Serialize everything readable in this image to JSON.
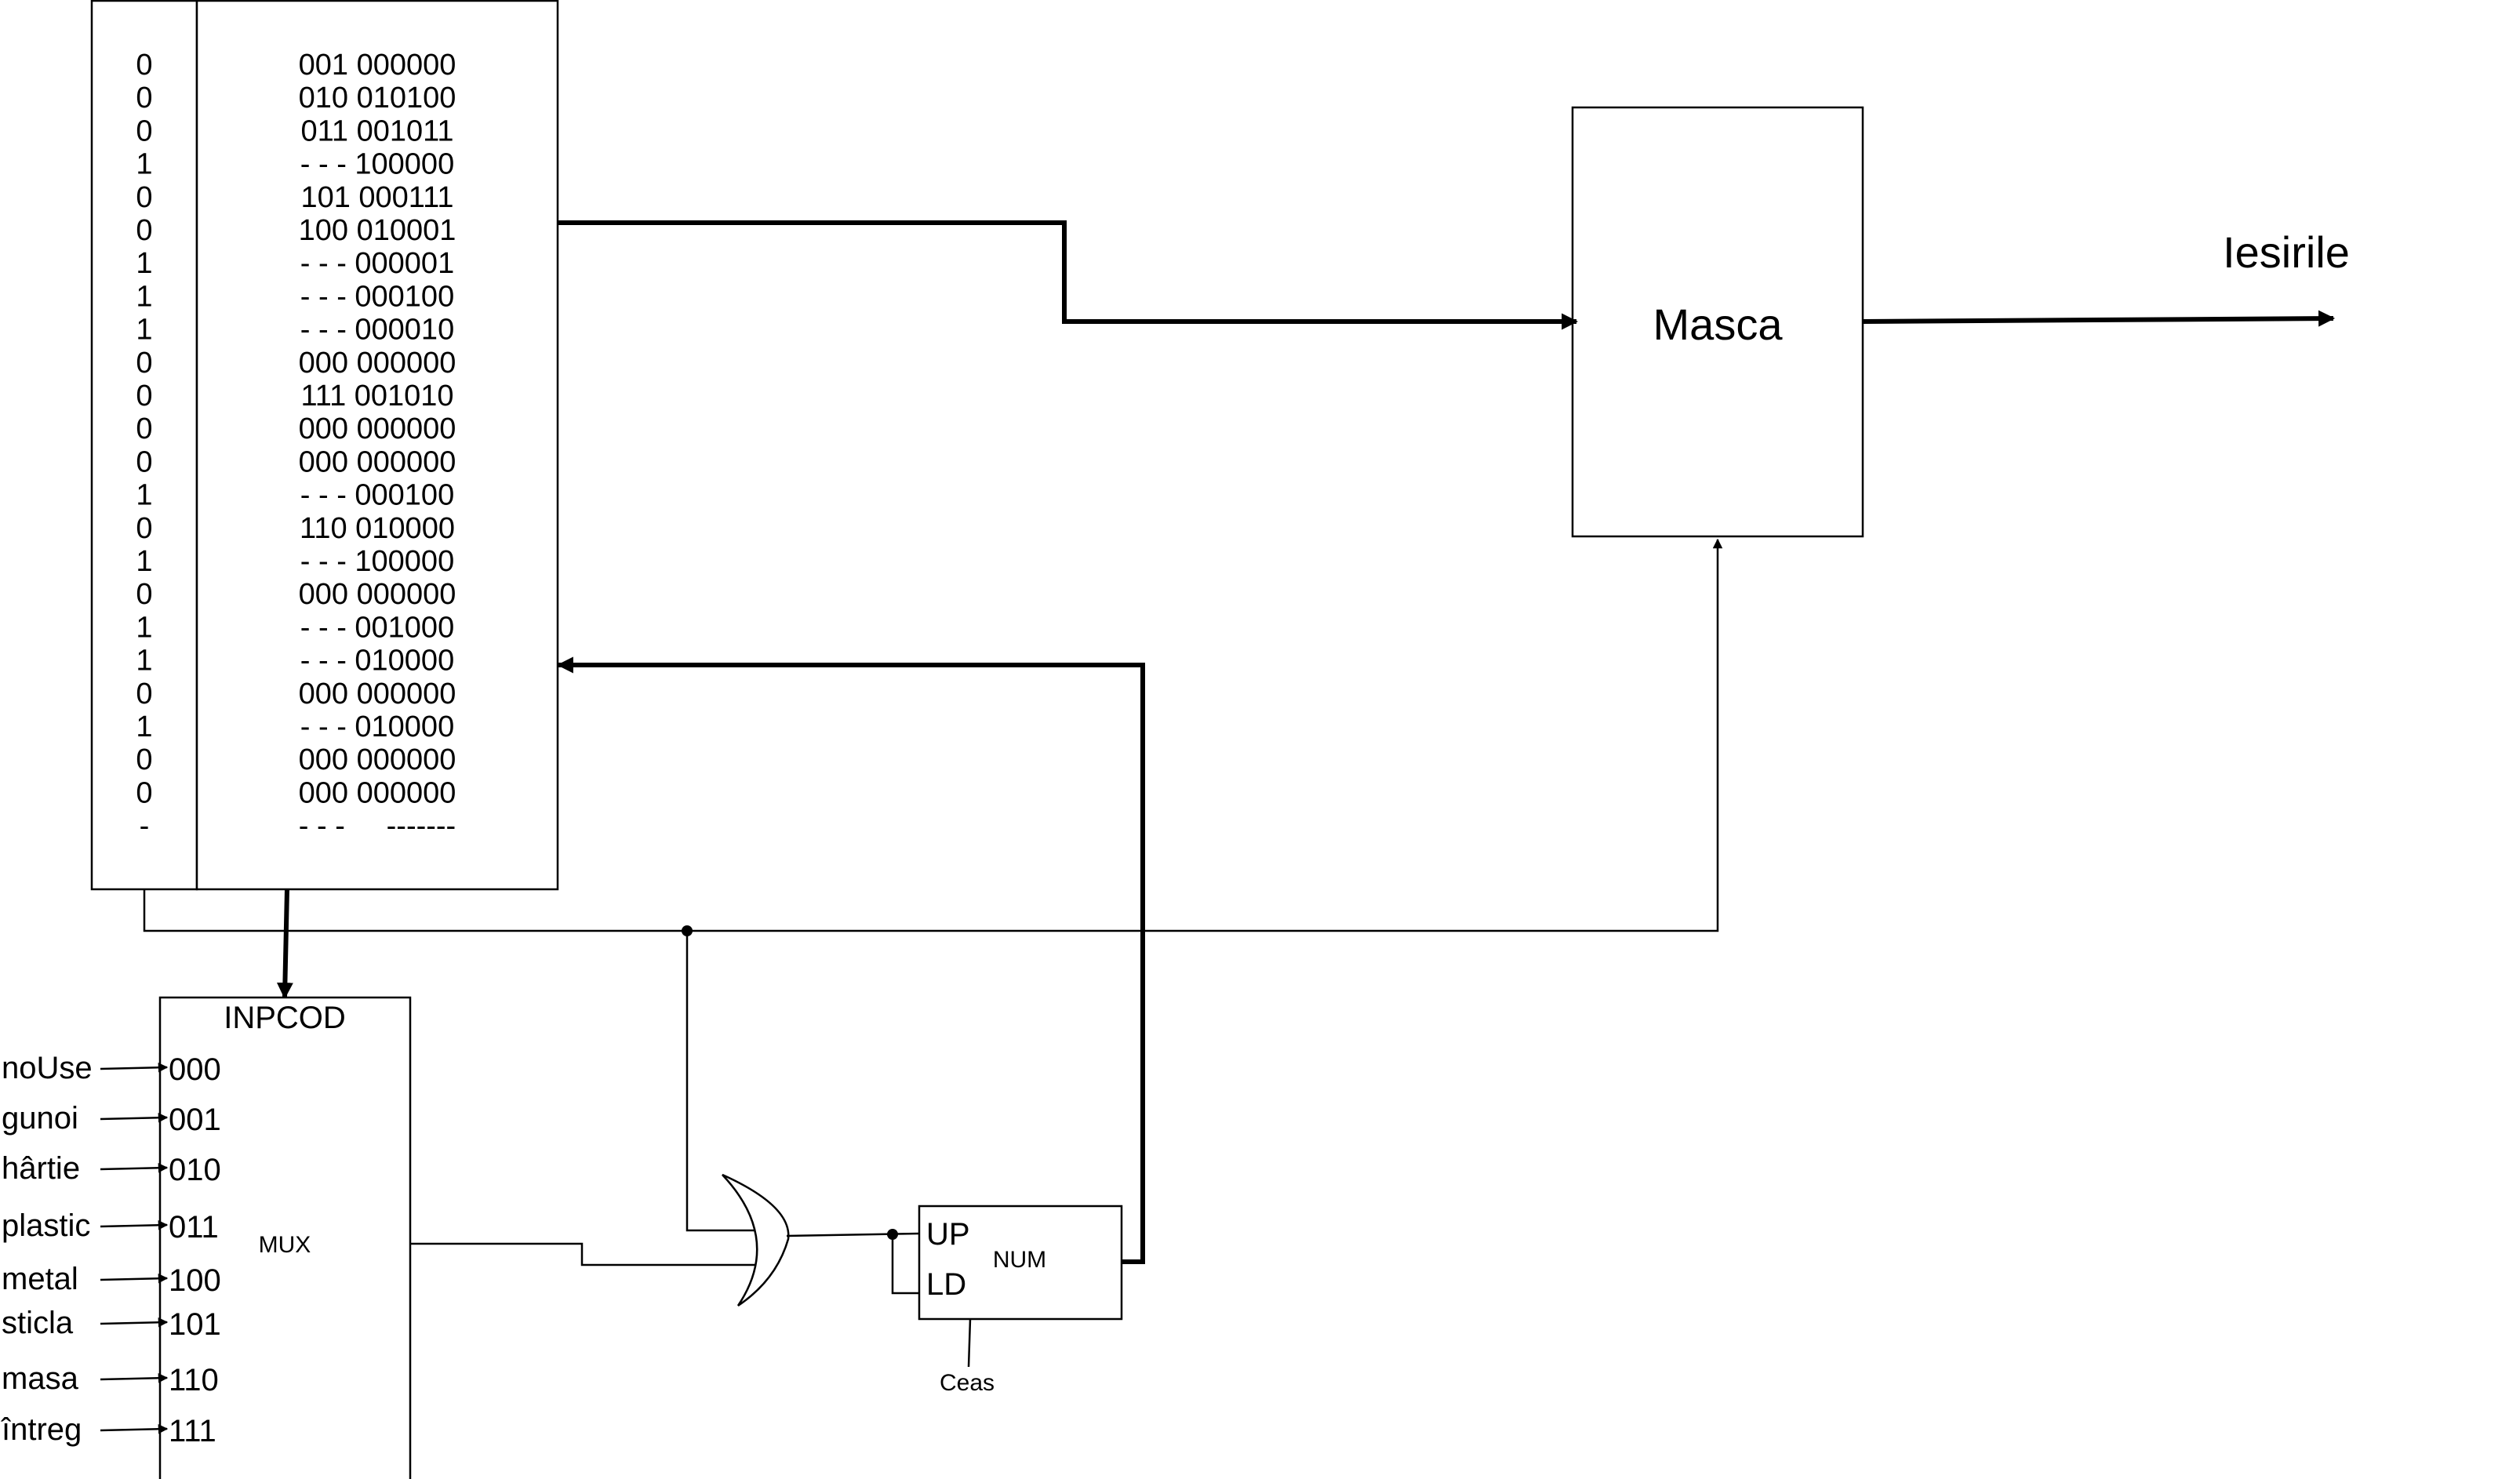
{
  "rom": {
    "flag_column": [
      "0",
      "0",
      "0",
      "1",
      "0",
      "0",
      "1",
      "1",
      "1",
      "0",
      "0",
      "0",
      "0",
      "1",
      "0",
      "1",
      "0",
      "1",
      "1",
      "0",
      "1",
      "0",
      "0",
      "-"
    ],
    "code_column": [
      "001 000000",
      "010 010100",
      "011 001011",
      "- - - 100000",
      "101 000111",
      "100 010001",
      "- - - 000001",
      "- - - 000100",
      "- - - 000010",
      "000 000000",
      "111 001010",
      "000 000000",
      "000 000000",
      "- - - 000100",
      "110 010000",
      "- - - 100000",
      "000 000000",
      "- - - 001000",
      "- - - 010000",
      "000 000000",
      "- - - 010000",
      "000 000000",
      "000 000000",
      "- - -     -------"
    ]
  },
  "mask": {
    "label": "Masca"
  },
  "outputs": {
    "label": "Iesirile"
  },
  "mux": {
    "title": "INPCOD",
    "center_label": "MUX",
    "inputs": [
      {
        "signal": "noUse",
        "code": "000"
      },
      {
        "signal": "gunoi",
        "code": "001"
      },
      {
        "signal": "hârtie",
        "code": "010"
      },
      {
        "signal": "plastic",
        "code": "011"
      },
      {
        "signal": "metal",
        "code": "100"
      },
      {
        "signal": "sticla",
        "code": "101"
      },
      {
        "signal": "masa",
        "code": "110"
      },
      {
        "signal": "întreg",
        "code": "111"
      }
    ]
  },
  "counter": {
    "label": "NUM",
    "up_label": "UP",
    "ld_label": "LD",
    "clock_label": "Ceas"
  }
}
